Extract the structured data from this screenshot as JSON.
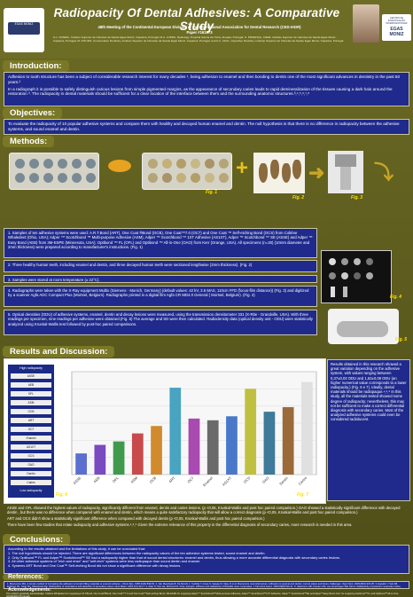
{
  "header": {
    "title": "Radiopacity Of Dental Adhesives: A Comparative Study",
    "meeting": "48th Meeting of the Continental European Division of the International Association for Dental Research (CED-IADR)",
    "paper": "Paper #161373",
    "authors": "S.L. NUNES¹, Instituto Superior de Ciências da Saúde Egas Moniz, Caparica, Portugal; M.A. LOPES, Radiology, Hospital Garcia de Horta, Almada, Portugal; S. PROENÇA, CIIEM, Instituto Superior de Ciências da Saúde Egas Moniz, Caparica, Portugal; M. POLIDO, Conservative Dentistry, Instituto Superior de Ciências da Saúde Egas Moniz, Caparica, Portugal; and A.C. AZUL, Operative Dentistry, Instituto Superior de Ciências da Saúde Egas Moniz, Caparica, Portugal",
    "logo_left_text": "EGAS MONIZ",
    "logo_right_top": "CENTRO DE INVESTIGAÇÃO INTERDISCIPLINAR",
    "logo_right_name": "EGAS MONIZ"
  },
  "sections": {
    "intro_heading": "Introduction:",
    "intro_p1": "Adhesion to tooth structure has been a subject of considerable research interest for many decades ¹, being adhesion to enamel and then bonding to dentin one of the most significant advances in dentistry in the past 50 years.²",
    "intro_p2": "In a radiograph it is possible to safely distinguish carious lesions from simple pigmented margins, as the appearance of secondary caries leads to rapid demineralization of the tissues causing a dark halo around the restoration ³. The radiopacity in dental materials should be sufficient for a clear location of the interface between them and the surrounding anatomic structures.³,⁴,⁵,⁶,⁷,⁸",
    "objectives_heading": "Objectives:",
    "objectives_p": "To evaluate the radiopacity of 10 popular adhesive systems and compare them with healthy and decayed human enamel and dentin. The null hypothesis is that there is no difference in radiopacity between the adhesive systems, and sound enamel and dentin.",
    "methods_heading": "Methods:",
    "results_heading": "Results and Discussion:",
    "conclusions_heading": "Conclusions:",
    "references_heading": "References:",
    "ack_heading": "Acknowledgements:"
  },
  "methods": {
    "figs": [
      "Fig. 1",
      "Fig. 2",
      "Fig. 3",
      "Fig. 4",
      "Fig. 5"
    ],
    "items": [
      "1. Samples of ten adhesive systems were used: A.R.T.Bond (ART), One Coat ®Bond (OCB), One Coat™7.0 (OC7) and One Coat ™ Self-etching Bond (OCS) from Coltène Whaledent (Ohio, USA); Adper ™ Scotchbond ™ Multi-purpose Adhesive (ASM), Adper ™ Scotchbond ™ 1XT Adhesive (AS1XT), Adper ™ Scotchbond ™ SE (ASSE) and Adper ™ Easy Bond (AEB) from 3M-ESPE (Minnesota, USA); Optibond ™ FL (OFL) and Optibond ™ All-in-One (OAO) from Kerr (Orange, USA). All specimens (n=30) (10mm diameter and 2mm thickness) were prepared according to manufacturer's instructions. (Fig. 1)",
      "2. Three healthy human teeth, including enamel and dentin, and three decayed human teeth were sectioned lengthwise (2mm thickness). (Fig. 2)",
      "3. Samples were stored at room temperature (± 22°C).",
      "4. Radiographs were taken with the X-Ray equipment Multix (Siemens - Munich, Germany) (default values: 42 kV, 3.6 MAS, 110cm FFD (focus-film distance)) (Fig. 3) and digitized by a scanner Agfa ADC Compact Plus (Mortsel, Belgium). Radiographs printed in a digital film Agfa CR MD4.0 General ( Mortsel, Belgium). (Fig. 4)",
      "5. Optical densities (ODU) of adhesive systems, enamel, dentin and decay lesions were measured, using the transmission densitometer 331 (X-Rite - Grandville, USA). With three readings per specimen, nine readings per adhesive were obtained.(Fig. 5) The average and SD were then calculated. Radiodensity data (optical density unit - ODU) were statistically analyzed using Kruskal-Wallis test followed by post-hoc paired comparisons."
    ]
  },
  "results": {
    "legend_title": "High radiopacity",
    "legend_bottom": "Low radiopacity",
    "legend_items": [
      "ASSE",
      "AEB",
      "OFL",
      "ASM",
      "OCB",
      "ART",
      "OC7",
      "Enamel",
      "AS1XT",
      "OCS",
      "OAO",
      "Dentin",
      "Caries"
    ],
    "fig6": "Fig. 6",
    "fig7": "Fig. 7",
    "side_text": "Results obtained in this research showed a great variation depending on the adhesive system, with values ranging between 0,37±0,03 ODU and 1,62±0,08 ODU (an higher numerical value corresponds to a lower radiopacity.) (Fig. 6 e 7). Ideally, dental materials should be radiopaque.⁴,⁵,⁶ In this study, all the materials tested showed some degree of radiopacity; nevertheless, this may not be sufficient to make a correct differential diagnosis with secondary caries. Most of the analyzed adhesive systems could even be considered radiolucent.",
    "bottom_p1": "ASSE and OFL showed the highest values of radiopacity, significantly different from enamel, dentin and caries lesions. (p <0,05, Kruskal-Wallis and post hoc paired comparison.) OAO showed a statistically significant difference with decayed dentin , but there was no difference when compared with enamel and dentin, which means a quite satisfactory radiopacity that will allow a correct diagnosis (p <0,05, Kruskal-Wallis and post hoc paired comparison.)",
    "bottom_p2": "ART and OCS didn't show a statistically significant difference when compared with decayed dentin (p <0,05, Kruskal-Wallis and post hoc paired comparison.)",
    "bottom_p3": "There have been few studies that relate radiopacity and adhesive systems.⁵,⁶,⁹ Given the extreme relevance of this property in the differential diagnosis of secondary caries, more research is needed in this area."
  },
  "chart_data": {
    "type": "bar",
    "categories": [
      "ASSE",
      "AEB",
      "OFL",
      "ASM",
      "OCB",
      "ART",
      "OC7",
      "Enamel",
      "AS1XT",
      "OCS",
      "OAO",
      "Dentin",
      "Caries"
    ],
    "values": [
      0.37,
      0.52,
      0.58,
      0.72,
      0.85,
      1.52,
      0.98,
      0.95,
      1.02,
      1.5,
      1.1,
      1.18,
      1.62
    ],
    "ylim": [
      0,
      1.8
    ],
    "grid": true,
    "colors": [
      "#5b6fd0",
      "#7a4ac0",
      "#3f9a4d",
      "#c84a4a",
      "#d28a2e",
      "#48a4c0",
      "#a84ab0",
      "#6a6a6a",
      "#4a78c8",
      "#c0c040",
      "#3f7a9a",
      "#9a6a3a",
      "#e0e0e0"
    ]
  },
  "conclusions": {
    "intro": "According to the results obtained and the limitations of this study, it can be concluded that:",
    "items": [
      "1. The null hypothesis should be rejected. There are significant differences between the radiopacity values of the ten adhesive systems tested, sound enamel and dentin.",
      "2. Only Optibond™ FL and Adper™ Scotchbond™ SE had a radiopacity higher than that of sound dental structures: enamel and dentin, thus allowing a more accurate differential diagnosis with secondary caries lesions.",
      "3. All other adhesive systems of \"etch and rinse\" and \"self-etch\" systems were less radiopaque than sound dentin and enamel.",
      "4. Systems ART Bond and One Coat™ Self-etching Bond did not show a significant difference with decay lesions."
    ]
  },
  "references_text": "1. Buonocore MG. A simple method of increasing the adhesion of acrylic filling materials to enamel surfaces. J Dent Res. 1955;34(6):849-53. 2. Van Meerbeek B, De Munck J, Yoshida Y, Inoue S, Vargas M, Vijay P, et al. Buonocore memorial lecture. Adhesion to enamel and dentin: current status and future challenges. Oper Dent. 2003;28(3):215-35. 3. Espelid I, Tveit AB, Erickson RL, Keck SC, Glasspoole EA. Radiopacity of restorations and detection of secondary caries. Dent Mater. 1991;7(2):114-7. 4. Attar N, Tam LE, McComb D. Flow, strength, stiffness and radiopacity of flowable resin composites. J Can Dent Assoc. 2003;69(8):516-21. 5. Akerboom HB, Kreulen CM, van Amerongen WE, Mol A. Radiopacity of posterior composite resins, composite resin luting cements, and glass ionomer lining cements. J Prosthet Dent. 1993;70(4):351-5. 6. Tsuge T. Radiopacity of conventional, resin-modified glass ionomer, and resin-based luting materials. J Oral Sci. 2009;51(2):223-30. 7. Watts DC. Radiopacity vs. composition of some barium and strontium glass composites. J Dent. 1987;15(1):38-43. 8. Gu S, Rasimick BJ, Deutsch AS, Musikant BL. Radiopacity of dental materials using a digital X-ray system. Dent Mater. 2006;22(8):765-70. 9. Stanford CM, Fan PL, Schoenfeld CM, Knoeppel R, Stanford JW. Radiopacity of light-cured posterior composite resins. J Am Dent Assoc. 1987;115(5):722-4.",
  "ack_text": "The authors gratefully acknowledge: Coltène Whaledent for supplying A.R.T.Bond, One Coat®Bond, One Coat™7.0 and One Coat™Self-etching Bond; 3M-ESPE for supplying Adper™ Scotchbond™Multi-purpose Adhesive, Adper™ Scotchbond™1XT Adhesive, Adper™ Scotchbond™SE and Adper™Easy Bond; Kerr for supplying Optibond™FL and Optibond™All-in-One; SOVENDIS (Portugal)."
}
